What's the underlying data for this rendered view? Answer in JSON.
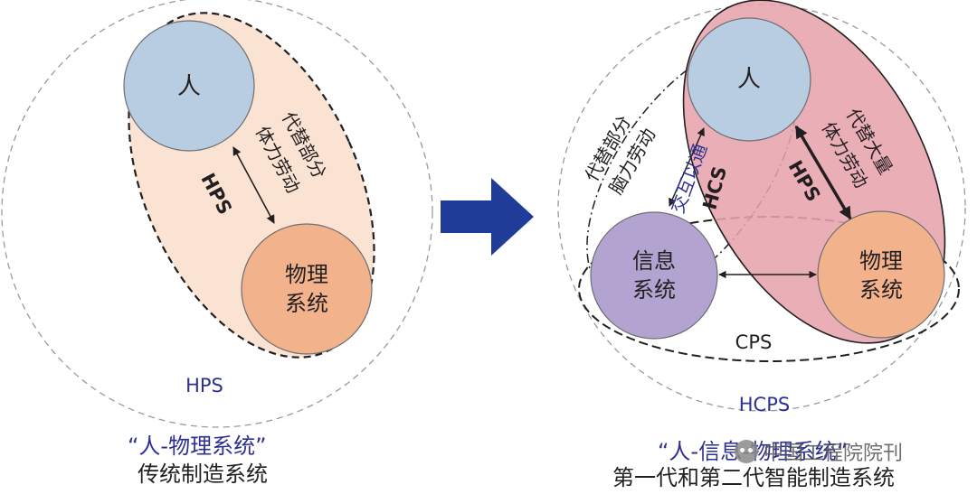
{
  "left": {
    "node_human": "人",
    "node_physical_1": "物理",
    "node_physical_2": "系统",
    "link_label": "HPS",
    "rotated_1": "代替部分",
    "rotated_2": "体力劳动",
    "outer_label": "HPS",
    "caption_quote": "“人-物理系统”",
    "caption_sub": "传统制造系统"
  },
  "right": {
    "node_human": "人",
    "node_info_1": "信息",
    "node_info_2": "系统",
    "node_physical_1": "物理",
    "node_physical_2": "系统",
    "hcs_label": "HCS",
    "hps_label": "HPS",
    "cps_label": "CPS",
    "outer_label": "HCPS",
    "rotated_left_1": "代替部分",
    "rotated_left_2": "脑力劳动",
    "rotated_blue": "交互以通",
    "rotated_right_1": "代替大量",
    "rotated_right_2": "体力劳动",
    "caption_quote": "“人-信息-物理系统”",
    "caption_sub": "第一代和第二代智能制造系统",
    "watermark": "中国工程院院刊"
  },
  "colors": {
    "human_fill": "#b8cce2",
    "physical_fill": "#f2b28c",
    "info_fill": "#b3a3d0",
    "left_envelope_fill": "#fbe3d4",
    "right_envelope_fill": "#e7a3ad",
    "blue_text": "#2e3192",
    "arrow_blue": "#1f3c98",
    "dash_gray": "#9a9a9a"
  }
}
